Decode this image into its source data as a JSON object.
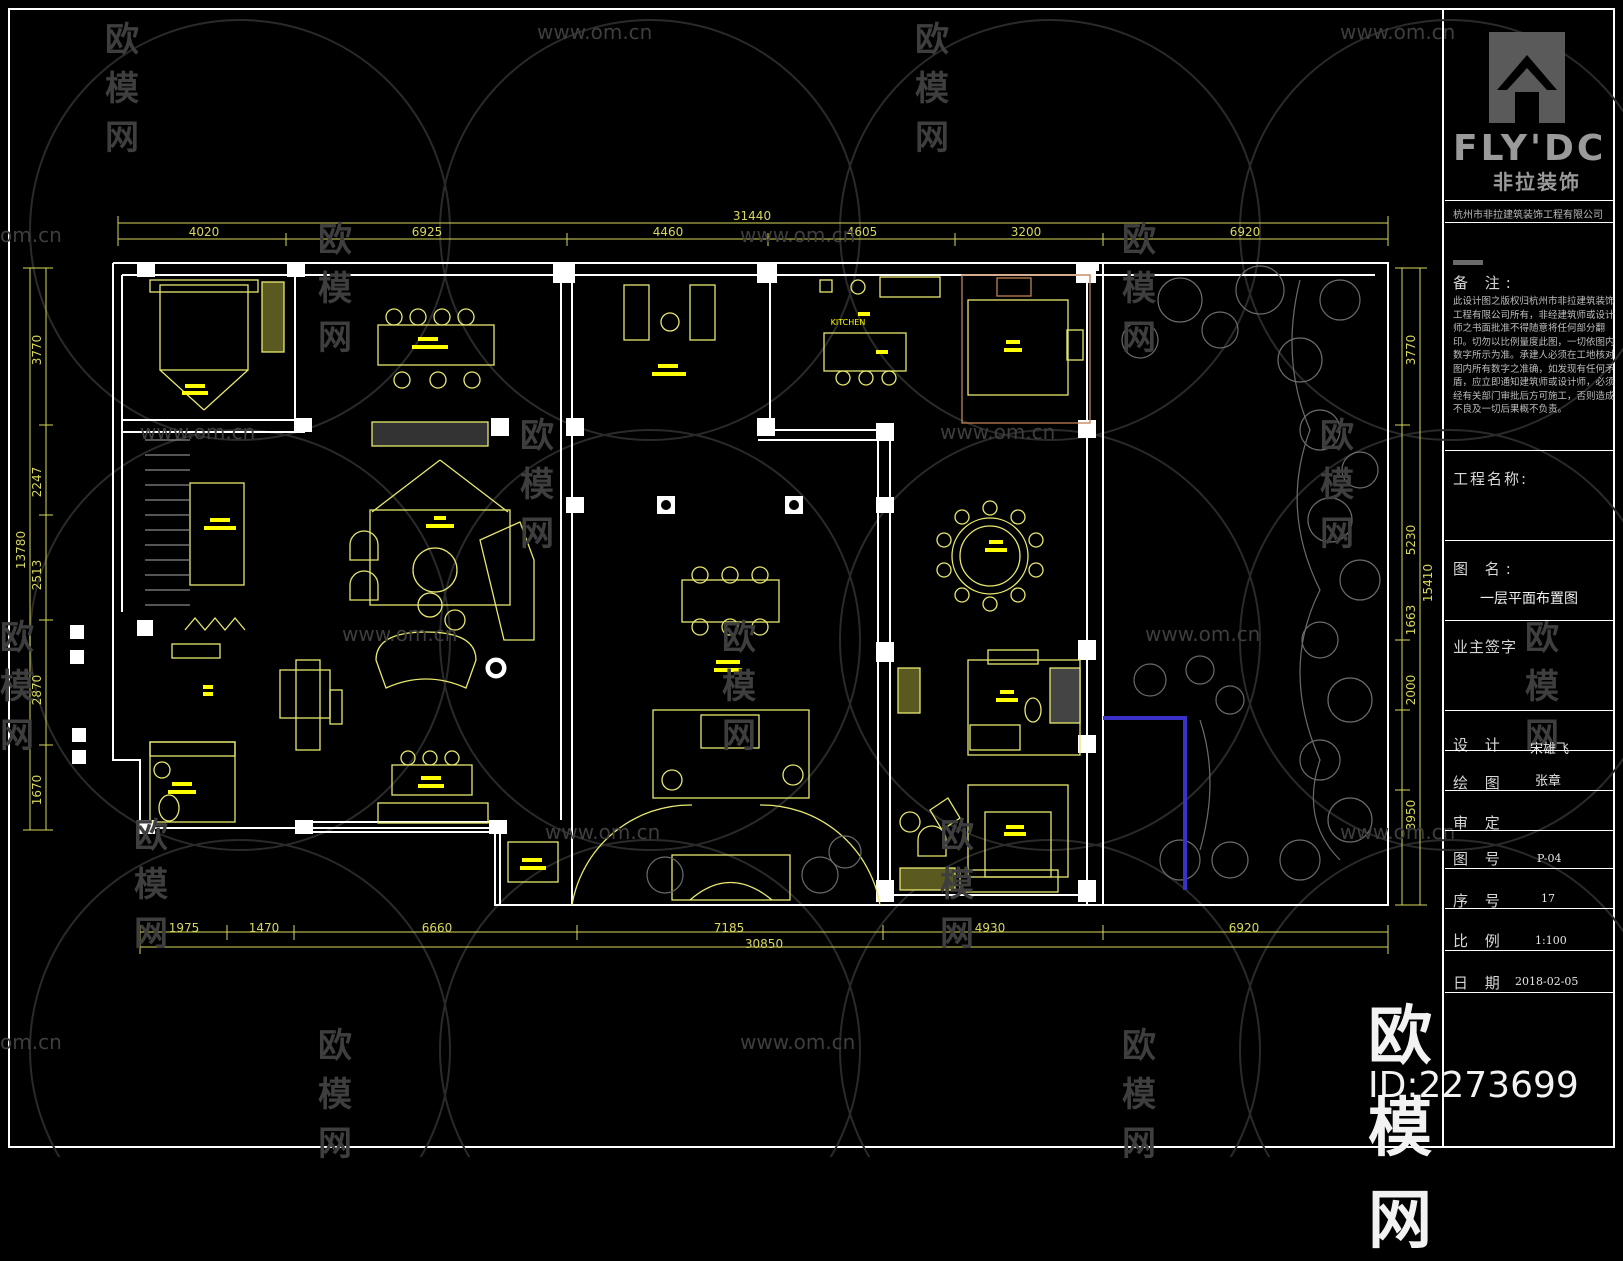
{
  "dimensions": {
    "top_total": "31440",
    "top": [
      "4020",
      "6925",
      "4460",
      "4605",
      "3200",
      "6920"
    ],
    "bottom_total": "30850",
    "bottom": [
      "1975",
      "1470",
      "6660",
      "7185",
      "4930",
      "6920"
    ],
    "left_total": "13780",
    "left": [
      "3770",
      "2247",
      "2513",
      "2870",
      "1670"
    ],
    "right_total": "15410",
    "right": [
      "3770",
      "5230",
      "1663",
      "2000",
      "3950"
    ]
  },
  "plan_labels": {
    "kitchen": "KITCHEN"
  },
  "title_block": {
    "brand": "FLY'DC",
    "brand_cn": "非拉装饰",
    "company": "杭州市非拉建筑装饰工程有限公司",
    "notes_label": "备 注:",
    "notes_text": "此设计图之版权归杭州市非拉建筑装饰工程有限公司所有，非经建筑师或设计师之书面批准不得随意将任何部分翻印。切勿以比例量度此图，一切依图内数字所示为准。承建人必须在工地核对图内所有数字之准确，如发现有任何矛盾，应立即通知建筑师或设计师，必须经有关部门审批后方可施工，否则造成不良及一切后果概不负责。",
    "project_label": "工程名称:",
    "drawing_name_label": "图 名:",
    "drawing_name": "一层平面布置图",
    "owner_label": "业主签字",
    "design_label": "设 计",
    "design_value": "宋雄飞",
    "draw_label": "绘 图",
    "draw_value": "张章",
    "review_label": "审 定",
    "review_value": "",
    "number_label": "图 号",
    "number_value": "P-04",
    "seq_label": "序 号",
    "seq_value": "17",
    "scale_label": "比 例",
    "scale_value": "1:100",
    "date_label": "日 期",
    "date_value": "2018-02-05"
  },
  "watermark": {
    "site": "www.om.cn",
    "short": "om.cn",
    "brand_cn": "欧模网",
    "id": "ID:2273699"
  },
  "colors": {
    "wall": "#ffffff",
    "furniture": "#e8e870",
    "label_yellow": "#ffff00",
    "dimension": "#d7d75a",
    "hatch": "#6b6b6b"
  }
}
